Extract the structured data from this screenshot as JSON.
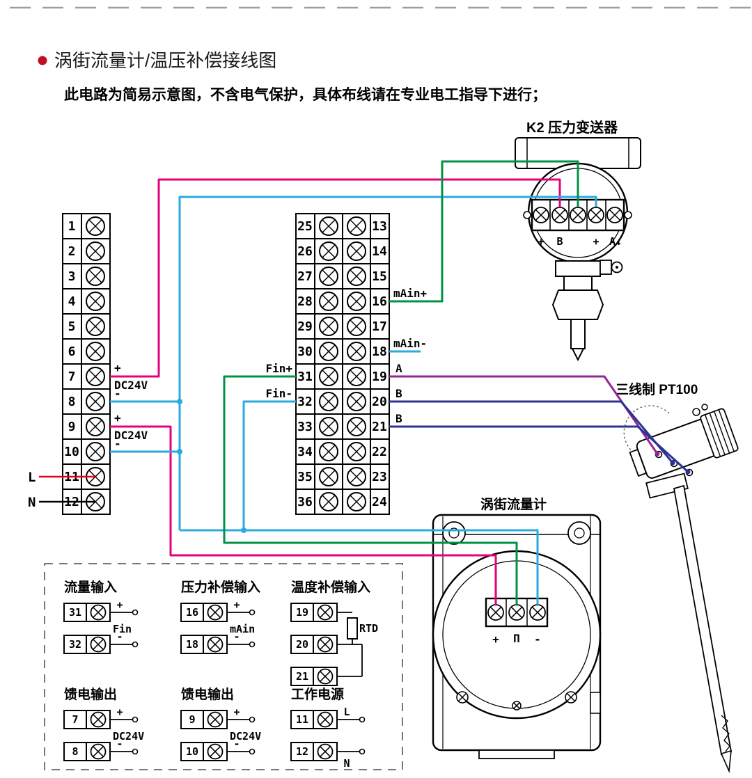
{
  "page": {
    "title": "涡街流量计/温压补偿接线图",
    "subtitle": "此电路为简易示意图，不含电气保护，具体布线请在专业电工指导下进行；"
  },
  "colors": {
    "magenta": "#E6007E",
    "cyan": "#29ABE2",
    "green": "#009245",
    "purple": "#93278F",
    "navy": "#2E3192",
    "red": "#E60012",
    "black": "#000000",
    "bullet": "#C30D23"
  },
  "left_block": {
    "numbers": [
      "1",
      "2",
      "3",
      "4",
      "5",
      "6",
      "7",
      "8",
      "9",
      "10",
      "11",
      "12"
    ],
    "power_labels": [
      {
        "plus": "+",
        "name": "DC24V",
        "minus": "-"
      },
      {
        "plus": "+",
        "name": "DC24V",
        "minus": "-"
      }
    ],
    "line_label": "L",
    "neutral_label": "N"
  },
  "middle_block": {
    "left_numbers": [
      "25",
      "26",
      "27",
      "28",
      "29",
      "30",
      "31",
      "32",
      "33",
      "34",
      "35",
      "36"
    ],
    "right_numbers": [
      "13",
      "14",
      "15",
      "16",
      "17",
      "18",
      "19",
      "20",
      "21",
      "22",
      "23",
      "24"
    ],
    "labels": {
      "main_plus": "mAin+",
      "main_minus": "mAin-",
      "fin_plus": "Fin+",
      "fin_minus": "Fin-",
      "rtd_a": "A",
      "rtd_b1": "B",
      "rtd_b2": "B"
    }
  },
  "devices": {
    "transmitter": {
      "label": "K2 压力变送器",
      "terminals": [
        "+",
        "B",
        "+",
        "A↓"
      ]
    },
    "pt100": {
      "label": "三线制 PT100"
    },
    "flowmeter": {
      "label": "涡街流量计",
      "terminals": [
        "+",
        "Π",
        "-"
      ]
    }
  },
  "legend": {
    "sections": [
      {
        "title": "流量输入",
        "rows": [
          {
            "num": "31",
            "sign": "+"
          },
          {
            "num": "32",
            "sign": "-"
          }
        ],
        "label": "Fin"
      },
      {
        "title": "压力补偿输入",
        "rows": [
          {
            "num": "16",
            "sign": "+"
          },
          {
            "num": "18",
            "sign": "-"
          }
        ],
        "label": "mAin"
      },
      {
        "title": "温度补偿输入",
        "rows": [
          {
            "num": "19"
          },
          {
            "num": "20"
          },
          {
            "num": "21"
          }
        ],
        "label": "RTD",
        "rtd": true
      },
      {
        "title": "馈电输出",
        "rows": [
          {
            "num": "7",
            "sign": "+"
          },
          {
            "num": "8",
            "sign": "-"
          }
        ],
        "label": "DC24V"
      },
      {
        "title": "馈电输出",
        "rows": [
          {
            "num": "9",
            "sign": "+"
          },
          {
            "num": "10",
            "sign": "-"
          }
        ],
        "label": "DC24V"
      },
      {
        "title": "工作电源",
        "rows": [
          {
            "num": "11",
            "sign": "L"
          },
          {
            "num": "12",
            "sign": "N",
            "below": true
          }
        ]
      }
    ]
  }
}
